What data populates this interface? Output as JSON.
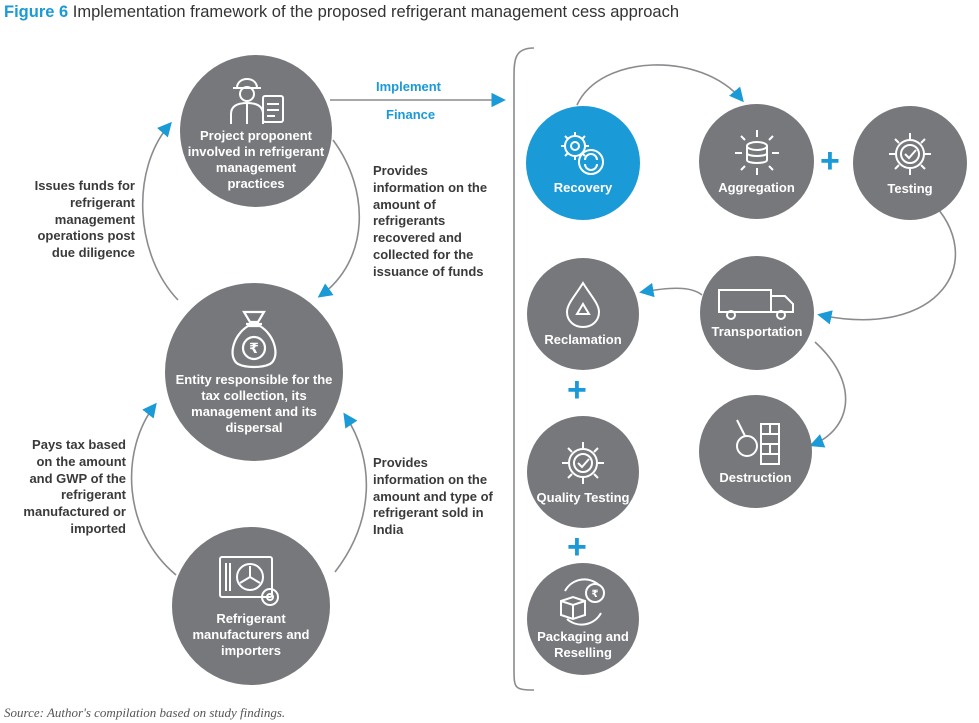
{
  "figure": {
    "number": "Figure 6",
    "title": "Implementation framework of the proposed refrigerant management cess approach"
  },
  "left_nodes": {
    "proponent": {
      "label": "Project proponent involved in refrigerant management practices",
      "icon": "worker-clipboard-icon"
    },
    "entity": {
      "label": "Entity responsible for the tax collection, its management and its dispersal",
      "icon": "money-bag-rupee-icon"
    },
    "manufacturers": {
      "label": "Refrigerant manufacturers and importers",
      "icon": "ac-unit-gear-icon"
    }
  },
  "left_annotations": {
    "issues_funds": "Issues funds for refrigerant management operations post due diligence",
    "provides_recovered": "Provides information on the amount of refrigerants recovered and collected for the issuance of funds",
    "pays_tax": "Pays tax based on the amount and GWP of the refrigerant manufactured or imported",
    "provides_sold": "Provides information on the amount and type of refrigerant sold in India"
  },
  "flow_labels": {
    "implement": "Implement",
    "finance": "Finance"
  },
  "process_nodes": {
    "recovery": {
      "label": "Recovery",
      "icon": "gears-recycle-icon"
    },
    "aggregation": {
      "label": "Aggregation",
      "icon": "database-arrows-icon"
    },
    "testing": {
      "label": "Testing",
      "icon": "gear-check-icon"
    },
    "transportation": {
      "label": "Transportation",
      "icon": "truck-icon"
    },
    "reclamation": {
      "label": "Reclamation",
      "icon": "drop-recycle-icon"
    },
    "destruction": {
      "label": "Destruction",
      "icon": "wrecking-ball-icon"
    },
    "quality_testing": {
      "label": "Quality Testing",
      "icon": "gear-check-icon"
    },
    "packaging": {
      "label": "Packaging and Reselling",
      "icon": "box-rupee-cycle-icon"
    }
  },
  "plus_sign": "+",
  "colors": {
    "accent": "#1a9ad6",
    "node_grey": "#77787b",
    "line_grey": "#8a8b8e"
  },
  "source": "Source: Author's compilation based on study findings."
}
